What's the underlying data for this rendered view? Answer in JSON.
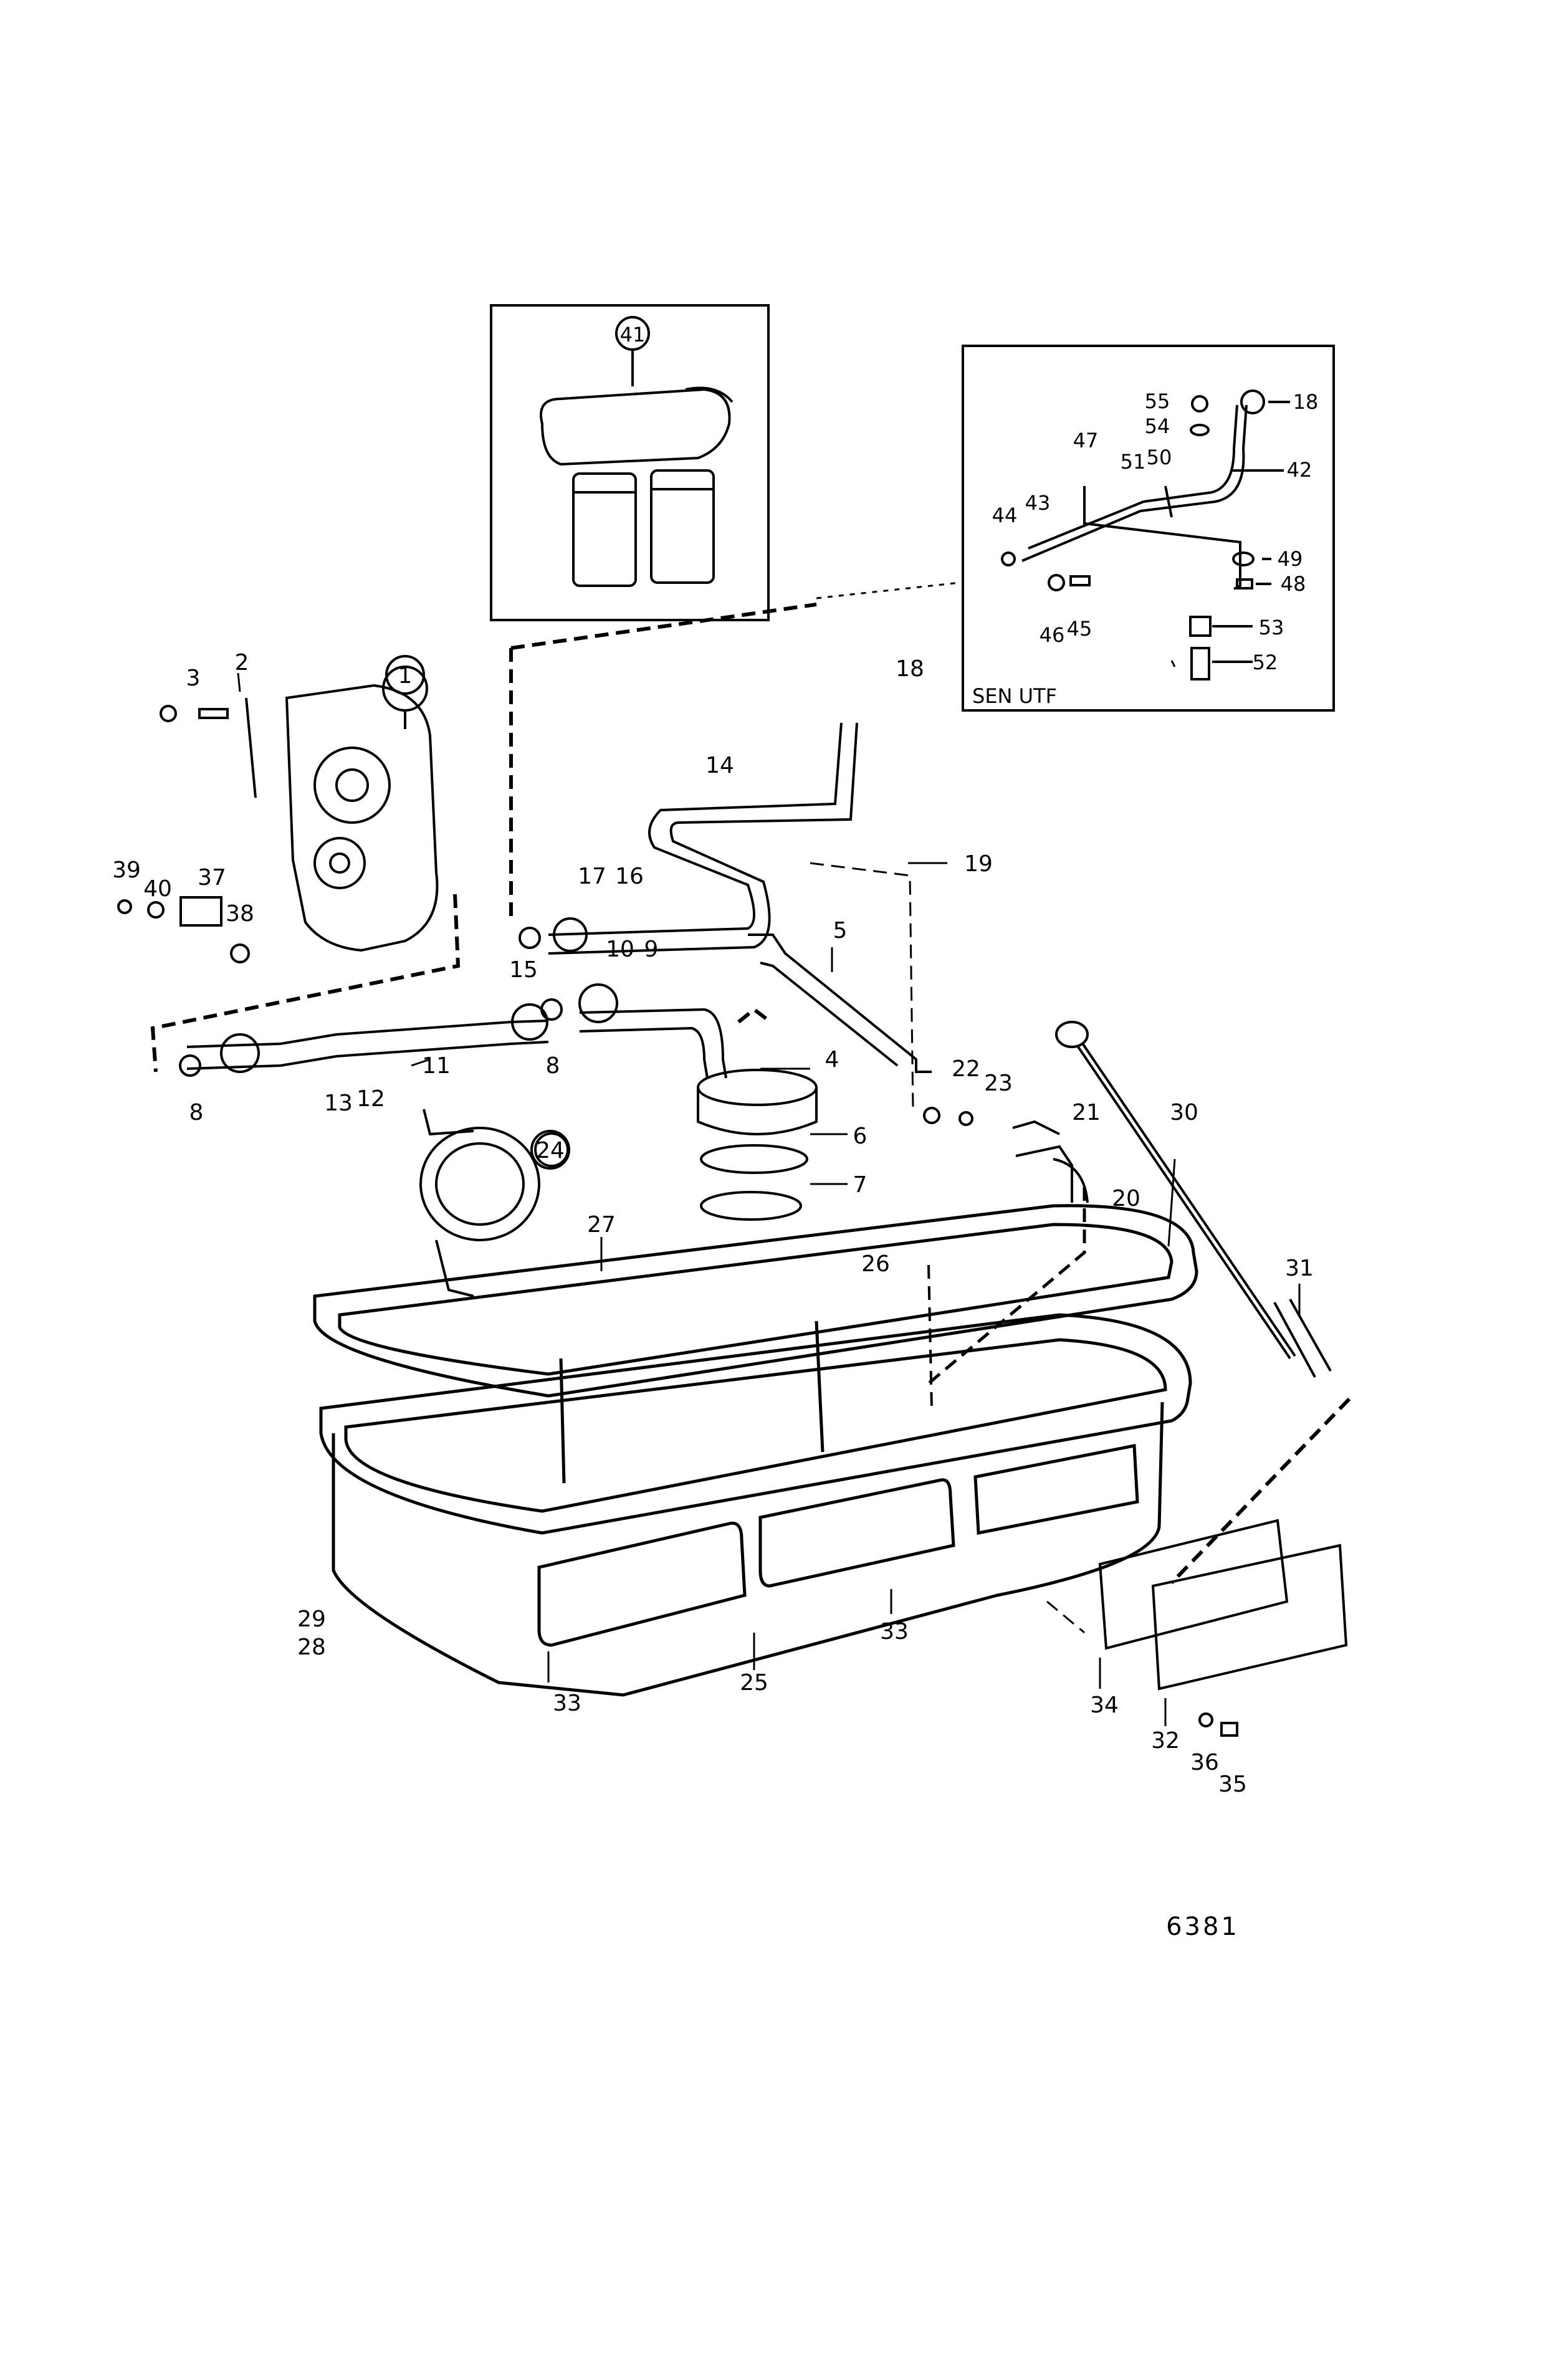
{
  "diagram": {
    "figure_number": "6381",
    "inset_box_label": "SEN UTF",
    "part_labels": [
      "1",
      "2",
      "3",
      "4",
      "5",
      "6",
      "7",
      "8",
      "8",
      "9",
      "10",
      "11",
      "12",
      "13",
      "14",
      "15",
      "16",
      "17",
      "18",
      "18",
      "19",
      "20",
      "21",
      "22",
      "23",
      "24",
      "25",
      "26",
      "27",
      "28",
      "29",
      "30",
      "31",
      "32",
      "33",
      "33",
      "34",
      "35",
      "36",
      "37",
      "38",
      "39",
      "40",
      "41",
      "42",
      "43",
      "44",
      "45",
      "46",
      "47",
      "48",
      "49",
      "50",
      "51",
      "52",
      "53",
      "54",
      "55"
    ]
  }
}
